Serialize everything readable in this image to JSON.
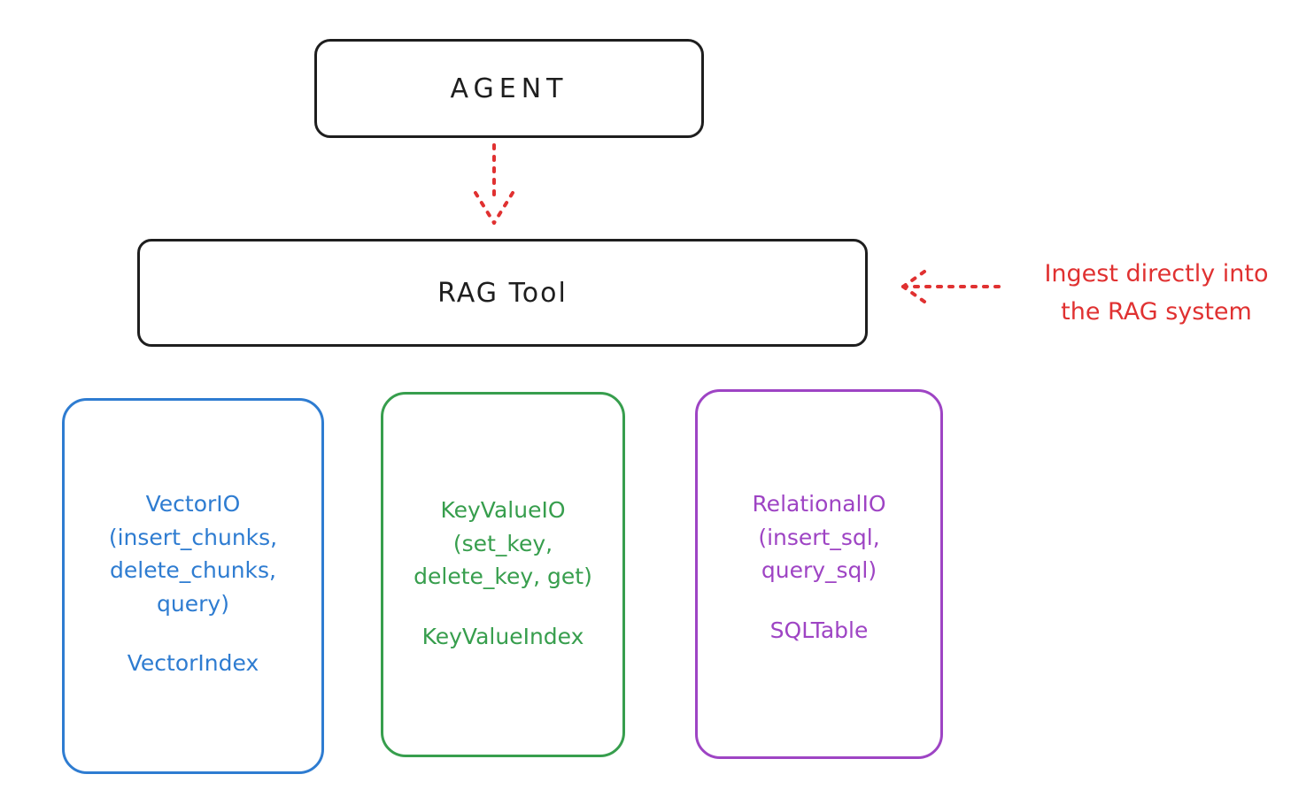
{
  "colors": {
    "ink": "#1e1e1e",
    "arrow_red": "#e03131",
    "vector_blue": "#2e7cd1",
    "keyvalue_green": "#379e4d",
    "relational_purple": "#9e44c4"
  },
  "agent": {
    "label": "AGENT"
  },
  "rag_tool": {
    "label": "RAG Tool"
  },
  "annotation": {
    "lines": [
      "Ingest directly into",
      "the RAG system"
    ]
  },
  "vector_box": {
    "lines": [
      "VectorIO",
      "(insert_chunks,",
      "delete_chunks,",
      "query)"
    ],
    "index": "VectorIndex"
  },
  "keyvalue_box": {
    "lines": [
      "KeyValueIO",
      "(set_key,",
      "delete_key, get)"
    ],
    "index": "KeyValueIndex"
  },
  "relational_box": {
    "lines": [
      "RelationalIO",
      "(insert_sql,",
      "query_sql)"
    ],
    "index": "SQLTable"
  }
}
